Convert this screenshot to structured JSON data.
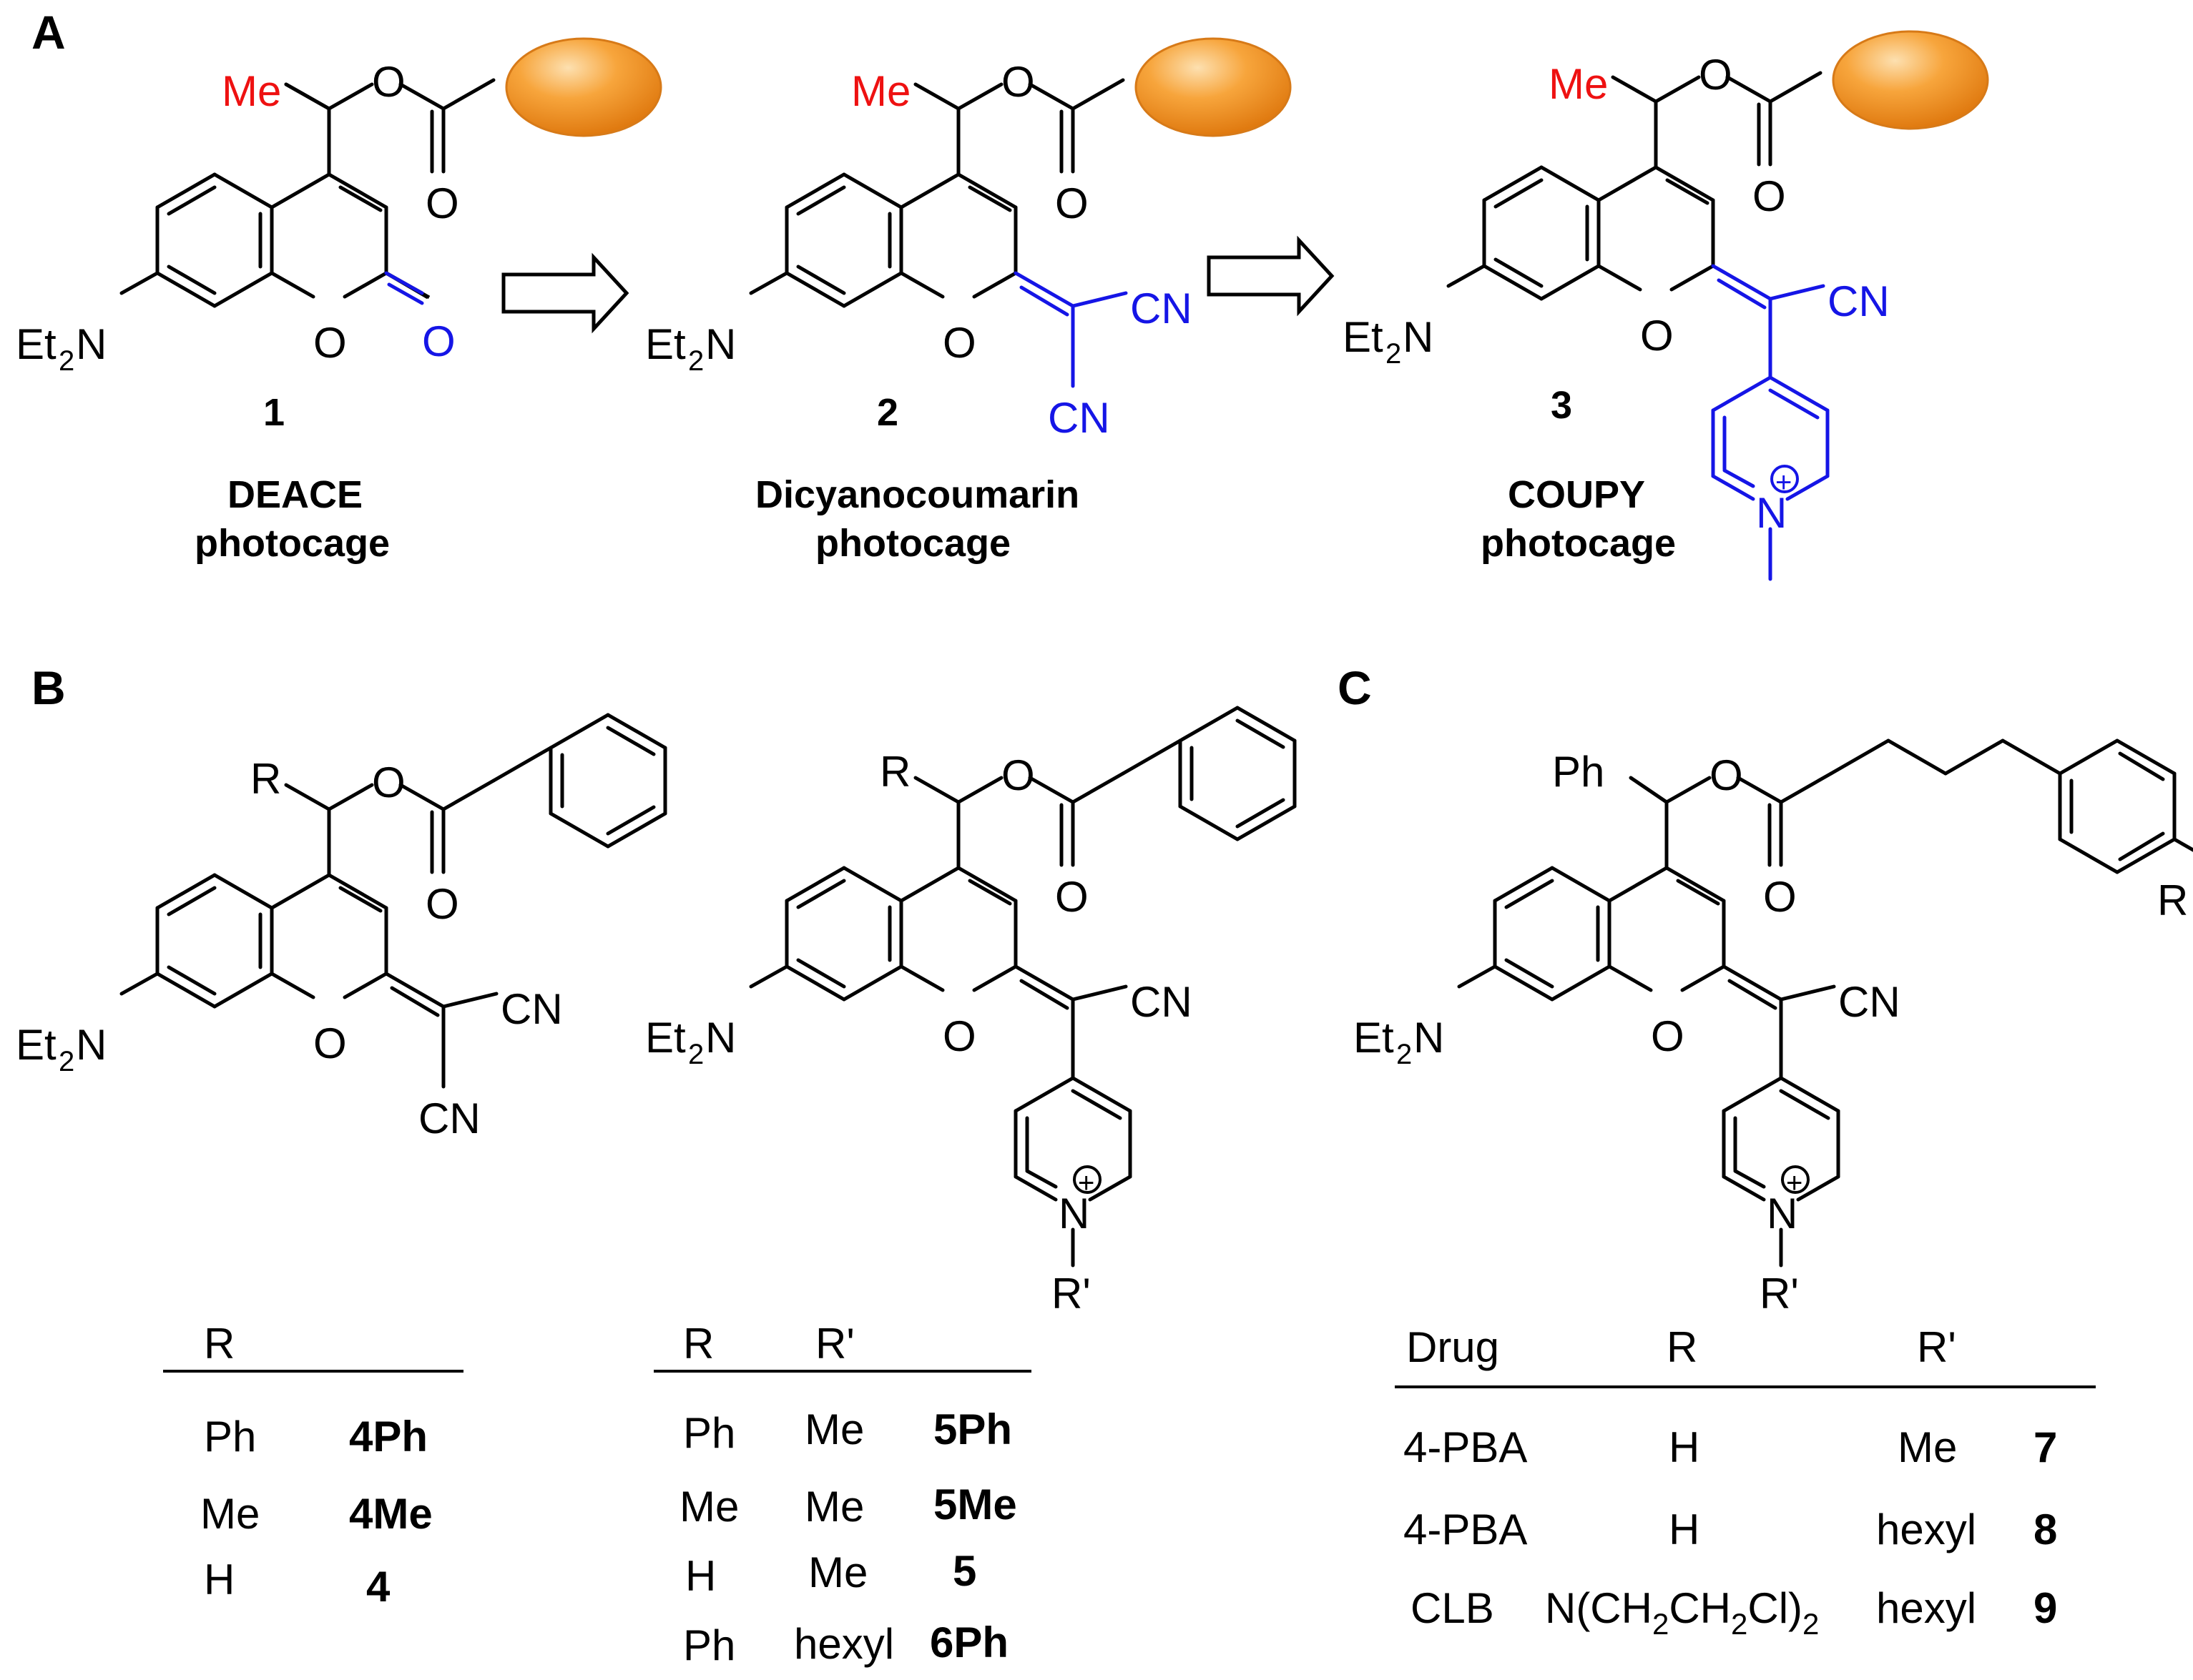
{
  "colors": {
    "black": "#000000",
    "red": "#ee1111",
    "blue": "#1515e6",
    "ellipse": "#f29021"
  },
  "atoms": {
    "Me": "Me",
    "O": "O",
    "Et": "Et",
    "sub2": "2",
    "N": "N",
    "CN": "CN",
    "R": "R",
    "Ph": "Ph",
    "Rp": "R'",
    "plus": "+"
  },
  "panel_a": {
    "label": "A",
    "c1": {
      "number": "1",
      "name1": "DEACE",
      "name2": "photocage"
    },
    "c2": {
      "number": "2",
      "name1": "Dicyanocoumarin",
      "name2": "photocage"
    },
    "c3": {
      "number": "3",
      "name1": "COUPY",
      "name2": "photocage"
    }
  },
  "panel_b": {
    "label": "B",
    "table1": {
      "header": "R",
      "rows": [
        {
          "r": "Ph",
          "cmp": "4Ph"
        },
        {
          "r": "Me",
          "cmp": "4Me"
        },
        {
          "r": "H",
          "cmp": "4"
        }
      ]
    },
    "table2": {
      "header_r": "R",
      "header_rp": "R'",
      "rows": [
        {
          "r": "Ph",
          "rp": "Me",
          "cmp": "5Ph"
        },
        {
          "r": "Me",
          "rp": "Me",
          "cmp": "5Me"
        },
        {
          "r": "H",
          "rp": "Me",
          "cmp": "5"
        },
        {
          "r": "Ph",
          "rp": "hexyl",
          "cmp": "6Ph"
        }
      ]
    }
  },
  "panel_c": {
    "label": "C",
    "table": {
      "header_drug": "Drug",
      "header_r": "R",
      "header_rp": "R'",
      "rows": [
        {
          "drug": "4-PBA",
          "r": "H",
          "r_main": "",
          "r_sub1": "",
          "r_mid": "",
          "r_sub2": "",
          "r_tail": "",
          "rp": "Me",
          "cmp": "7"
        },
        {
          "drug": "4-PBA",
          "r": "H",
          "r_main": "",
          "r_sub1": "",
          "r_mid": "",
          "r_sub2": "",
          "r_tail": "",
          "rp": "hexyl",
          "cmp": "8"
        },
        {
          "drug": "CLB",
          "r": "",
          "r_main": "N(CH",
          "r_sub1": "2",
          "r_mid": "CH",
          "r_sub2": "2",
          "r_tail": "Cl)",
          "r_sub3": "2",
          "rp": "hexyl",
          "cmp": "9"
        }
      ]
    }
  }
}
